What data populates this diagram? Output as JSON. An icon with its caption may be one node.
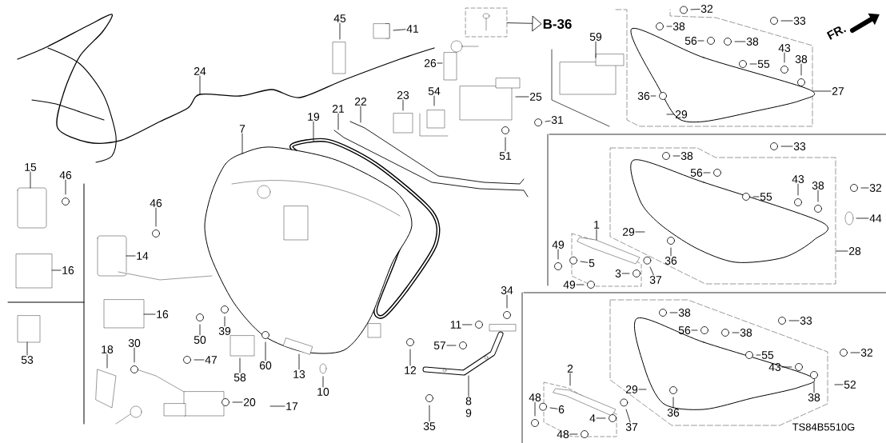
{
  "diagram": {
    "nodes": [
      {
        "text": [],
        "shape": "box"
      },
      {
        "text": [
          "B-36"
        ]
      },
      {
        "text": [
          "45"
        ]
      },
      {
        "text": [
          "41"
        ]
      },
      {
        "text": [
          "24"
        ]
      },
      {
        "text": [
          "26"
        ]
      },
      {
        "text": [
          "59"
        ]
      },
      {
        "text": [
          "32"
        ]
      },
      {
        "text": [
          "33"
        ]
      },
      {
        "text": [
          "38"
        ]
      },
      {
        "text": [
          "56"
        ]
      },
      {
        "text": [
          "38"
        ]
      },
      {
        "text": [
          "43"
        ]
      },
      {
        "text": [
          "55"
        ]
      },
      {
        "text": [
          "38"
        ]
      },
      {
        "text": [
          "27"
        ]
      },
      {
        "text": [
          "36"
        ]
      },
      {
        "text": [
          "29"
        ]
      },
      {
        "text": [
          "7"
        ]
      },
      {
        "text": [
          "19"
        ]
      },
      {
        "text": [
          "21"
        ]
      },
      {
        "text": [
          "22"
        ]
      },
      {
        "text": [
          "23"
        ]
      },
      {
        "text": [
          "54"
        ]
      },
      {
        "text": [
          "25"
        ]
      },
      {
        "text": [
          "31"
        ]
      },
      {
        "text": [
          "51"
        ]
      },
      {
        "text": [
          "33"
        ]
      },
      {
        "text": [
          "38"
        ]
      },
      {
        "text": [
          "15"
        ]
      },
      {
        "text": [
          "46"
        ]
      },
      {
        "text": [
          "56"
        ]
      },
      {
        "text": [
          "43"
        ]
      },
      {
        "text": [
          "38"
        ]
      },
      {
        "text": [
          "32"
        ]
      },
      {
        "text": [
          "55"
        ]
      },
      {
        "text": [
          "46"
        ]
      },
      {
        "text": [
          "44"
        ]
      },
      {
        "text": [
          "1"
        ]
      },
      {
        "text": [
          "29"
        ]
      },
      {
        "text": [
          "49"
        ]
      },
      {
        "text": [
          "36"
        ]
      },
      {
        "text": [
          "28"
        ]
      },
      {
        "text": [
          "14"
        ]
      },
      {
        "text": [
          "5"
        ]
      },
      {
        "text": [
          "16"
        ]
      },
      {
        "text": [
          "3"
        ]
      },
      {
        "text": [
          "37"
        ]
      },
      {
        "text": [
          "49"
        ]
      },
      {
        "text": [
          "34"
        ]
      },
      {
        "text": [
          "38"
        ]
      },
      {
        "text": [
          "16"
        ]
      },
      {
        "text": [
          "33"
        ]
      },
      {
        "text": [
          "11"
        ]
      },
      {
        "text": [
          "56"
        ]
      },
      {
        "text": [
          "50"
        ]
      },
      {
        "text": [
          "39"
        ]
      },
      {
        "text": [
          "38"
        ]
      },
      {
        "text": [
          "30"
        ]
      },
      {
        "text": [
          "57"
        ]
      },
      {
        "text": [
          "18"
        ]
      },
      {
        "text": [
          "55"
        ]
      },
      {
        "text": [
          "32"
        ]
      },
      {
        "text": [
          "53"
        ]
      },
      {
        "text": [
          "47"
        ]
      },
      {
        "text": [
          "60"
        ]
      },
      {
        "text": [
          "43"
        ]
      },
      {
        "text": [
          "2"
        ]
      },
      {
        "text": [
          "12"
        ]
      },
      {
        "text": [
          "13"
        ]
      },
      {
        "text": [
          "58"
        ]
      },
      {
        "text": [
          "52"
        ]
      },
      {
        "text": [
          "29"
        ]
      },
      {
        "text": [
          "10"
        ]
      },
      {
        "text": [
          "38"
        ]
      },
      {
        "text": [
          "48"
        ]
      },
      {
        "text": [
          "8",
          "9"
        ]
      },
      {
        "text": [
          "20"
        ]
      },
      {
        "text": [
          "17"
        ]
      },
      {
        "text": [
          "6"
        ]
      },
      {
        "text": [
          "36"
        ]
      },
      {
        "text": [
          "4"
        ]
      },
      {
        "text": [
          "37"
        ]
      },
      {
        "text": [
          "35"
        ]
      },
      {
        "text": [
          "48"
        ]
      }
    ],
    "edges": [
      {
        "from": 0,
        "to": 1,
        "arrow": "to"
      },
      {
        "from": 2,
        "to": null,
        "arrow": "none"
      },
      {
        "from": 3,
        "to": null,
        "arrow": "none"
      },
      {
        "from": 4,
        "to": null,
        "arrow": "none"
      },
      {
        "from": 5,
        "to": null,
        "arrow": "none"
      },
      {
        "from": 6,
        "to": null,
        "arrow": "none"
      },
      {
        "from": 7,
        "to": null,
        "arrow": "none"
      },
      {
        "from": 8,
        "to": null,
        "arrow": "none"
      },
      {
        "from": 9,
        "to": null,
        "arrow": "none"
      },
      {
        "from": 10,
        "to": null,
        "arrow": "none"
      },
      {
        "from": 11,
        "to": null,
        "arrow": "none"
      },
      {
        "from": 12,
        "to": null,
        "arrow": "none"
      },
      {
        "from": 13,
        "to": null,
        "arrow": "none"
      },
      {
        "from": 14,
        "to": null,
        "arrow": "none"
      },
      {
        "from": 15,
        "to": null,
        "arrow": "none"
      },
      {
        "from": 16,
        "to": null,
        "arrow": "none"
      },
      {
        "from": 17,
        "to": null,
        "arrow": "none"
      },
      {
        "from": 18,
        "to": null,
        "arrow": "none"
      },
      {
        "from": 19,
        "to": null,
        "arrow": "none"
      },
      {
        "from": 20,
        "to": null,
        "arrow": "none"
      },
      {
        "from": 21,
        "to": null,
        "arrow": "none"
      },
      {
        "from": 22,
        "to": null,
        "arrow": "none"
      },
      {
        "from": 23,
        "to": null,
        "arrow": "none"
      },
      {
        "from": 24,
        "to": null,
        "arrow": "none"
      },
      {
        "from": 25,
        "to": null,
        "arrow": "none"
      },
      {
        "from": 26,
        "to": null,
        "arrow": "none"
      },
      {
        "from": 27,
        "to": null,
        "arrow": "none"
      },
      {
        "from": 28,
        "to": null,
        "arrow": "none"
      },
      {
        "from": 29,
        "to": null,
        "arrow": "none"
      },
      {
        "from": 30,
        "to": null,
        "arrow": "none"
      },
      {
        "from": 31,
        "to": null,
        "arrow": "none"
      },
      {
        "from": 32,
        "to": null,
        "arrow": "none"
      },
      {
        "from": 33,
        "to": null,
        "arrow": "none"
      },
      {
        "from": 34,
        "to": null,
        "arrow": "none"
      },
      {
        "from": 35,
        "to": null,
        "arrow": "none"
      },
      {
        "from": 36,
        "to": null,
        "arrow": "none"
      },
      {
        "from": 37,
        "to": null,
        "arrow": "none"
      },
      {
        "from": 38,
        "to": null,
        "arrow": "none"
      },
      {
        "from": 39,
        "to": null,
        "arrow": "none"
      },
      {
        "from": 40,
        "to": null,
        "arrow": "none"
      },
      {
        "from": 41,
        "to": null,
        "arrow": "none"
      },
      {
        "from": 42,
        "to": null,
        "arrow": "none"
      },
      {
        "from": 43,
        "to": null,
        "arrow": "none"
      },
      {
        "from": 44,
        "to": null,
        "arrow": "none"
      },
      {
        "from": 45,
        "to": null,
        "arrow": "none"
      },
      {
        "from": 46,
        "to": null,
        "arrow": "none"
      },
      {
        "from": 47,
        "to": null,
        "arrow": "none"
      },
      {
        "from": 48,
        "to": null,
        "arrow": "none"
      },
      {
        "from": 49,
        "to": null,
        "arrow": "none"
      },
      {
        "from": 50,
        "to": null,
        "arrow": "none"
      },
      {
        "from": 51,
        "to": null,
        "arrow": "none"
      },
      {
        "from": 52,
        "to": null,
        "arrow": "none"
      },
      {
        "from": 53,
        "to": null,
        "arrow": "none"
      },
      {
        "from": 54,
        "to": null,
        "arrow": "none"
      },
      {
        "from": 55,
        "to": null,
        "arrow": "none"
      },
      {
        "from": 56,
        "to": null,
        "arrow": "none"
      },
      {
        "from": 57,
        "to": null,
        "arrow": "none"
      },
      {
        "from": 58,
        "to": null,
        "arrow": "none"
      },
      {
        "from": 59,
        "to": null,
        "arrow": "none"
      },
      {
        "from": 60,
        "to": null,
        "arrow": "none"
      },
      {
        "from": 61,
        "to": null,
        "arrow": "none"
      },
      {
        "from": 62,
        "to": null,
        "arrow": "none"
      },
      {
        "from": 63,
        "to": null,
        "arrow": "none"
      },
      {
        "from": 64,
        "to": null,
        "arrow": "none"
      },
      {
        "from": 65,
        "to": null,
        "arrow": "none"
      },
      {
        "from": 66,
        "to": null,
        "arrow": "none"
      },
      {
        "from": 67,
        "to": null,
        "arrow": "none"
      },
      {
        "from": 68,
        "to": null,
        "arrow": "none"
      },
      {
        "from": 69,
        "to": null,
        "arrow": "none"
      },
      {
        "from": 70,
        "to": null,
        "arrow": "none"
      },
      {
        "from": 71,
        "to": null,
        "arrow": "none"
      },
      {
        "from": 72,
        "to": null,
        "arrow": "none"
      },
      {
        "from": 73,
        "to": null,
        "arrow": "none"
      },
      {
        "from": 74,
        "to": null,
        "arrow": "none"
      },
      {
        "from": 75,
        "to": null,
        "arrow": "none"
      },
      {
        "from": 76,
        "to": null,
        "arrow": "none"
      },
      {
        "from": 77,
        "to": null,
        "arrow": "none"
      },
      {
        "from": 78,
        "to": null,
        "arrow": "none"
      },
      {
        "from": 79,
        "to": null,
        "arrow": "none"
      },
      {
        "from": 80,
        "to": null,
        "arrow": "none"
      },
      {
        "from": 81,
        "to": null,
        "arrow": "none"
      },
      {
        "from": 82,
        "to": null,
        "arrow": "none"
      },
      {
        "from": 83,
        "to": null,
        "arrow": "none"
      },
      {
        "from": 84,
        "to": null,
        "arrow": "none"
      }
    ],
    "labels": [
      "FR.",
      "TS84B5510G"
    ]
  }
}
